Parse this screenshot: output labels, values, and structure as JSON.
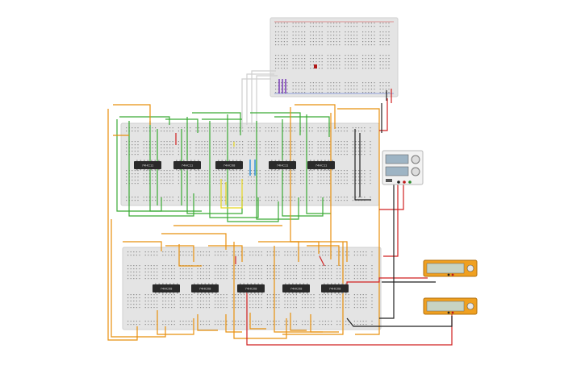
{
  "canvas": {
    "background": "#ffffff"
  },
  "colors": {
    "breadboard": "#e4e4e4",
    "breadboard_edge": "#cfcfcf",
    "hole": "#8c8c8c",
    "rail_red": "#d23b3b",
    "rail_blue": "#3b5bd2",
    "chip": "#2a2a2a",
    "wire_orange": "#e8900e",
    "wire_green": "#3aaa35",
    "wire_red": "#d02020",
    "wire_black": "#222222",
    "wire_white": "#cfcfcf",
    "wire_yellow": "#e8d820",
    "wire_blue": "#2a8fd8",
    "wire_purple": "#7a3db8",
    "led": "#b01818",
    "multimeter_body": "#f0a020",
    "power_supply_body": "#f2f2f2"
  },
  "breadboards": [
    {
      "id": "top-small-breadboard"
    },
    {
      "id": "middle-breadboard"
    },
    {
      "id": "bottom-breadboard"
    }
  ],
  "middle_chips": [
    {
      "label": "74HC11"
    },
    {
      "label": "74HC11"
    },
    {
      "label": "74HC08"
    },
    {
      "label": "74HC11"
    },
    {
      "label": "74HC11"
    }
  ],
  "bottom_chips": [
    {
      "label": "74HC08"
    },
    {
      "label": "74HC08"
    },
    {
      "label": "74HC08"
    },
    {
      "label": "74HC08"
    },
    {
      "label": "74HC08"
    }
  ],
  "power_supply": {
    "icon": "dc-power-supply-icon"
  },
  "multimeters": [
    {
      "icon": "multimeter-icon"
    },
    {
      "icon": "multimeter-icon"
    }
  ]
}
